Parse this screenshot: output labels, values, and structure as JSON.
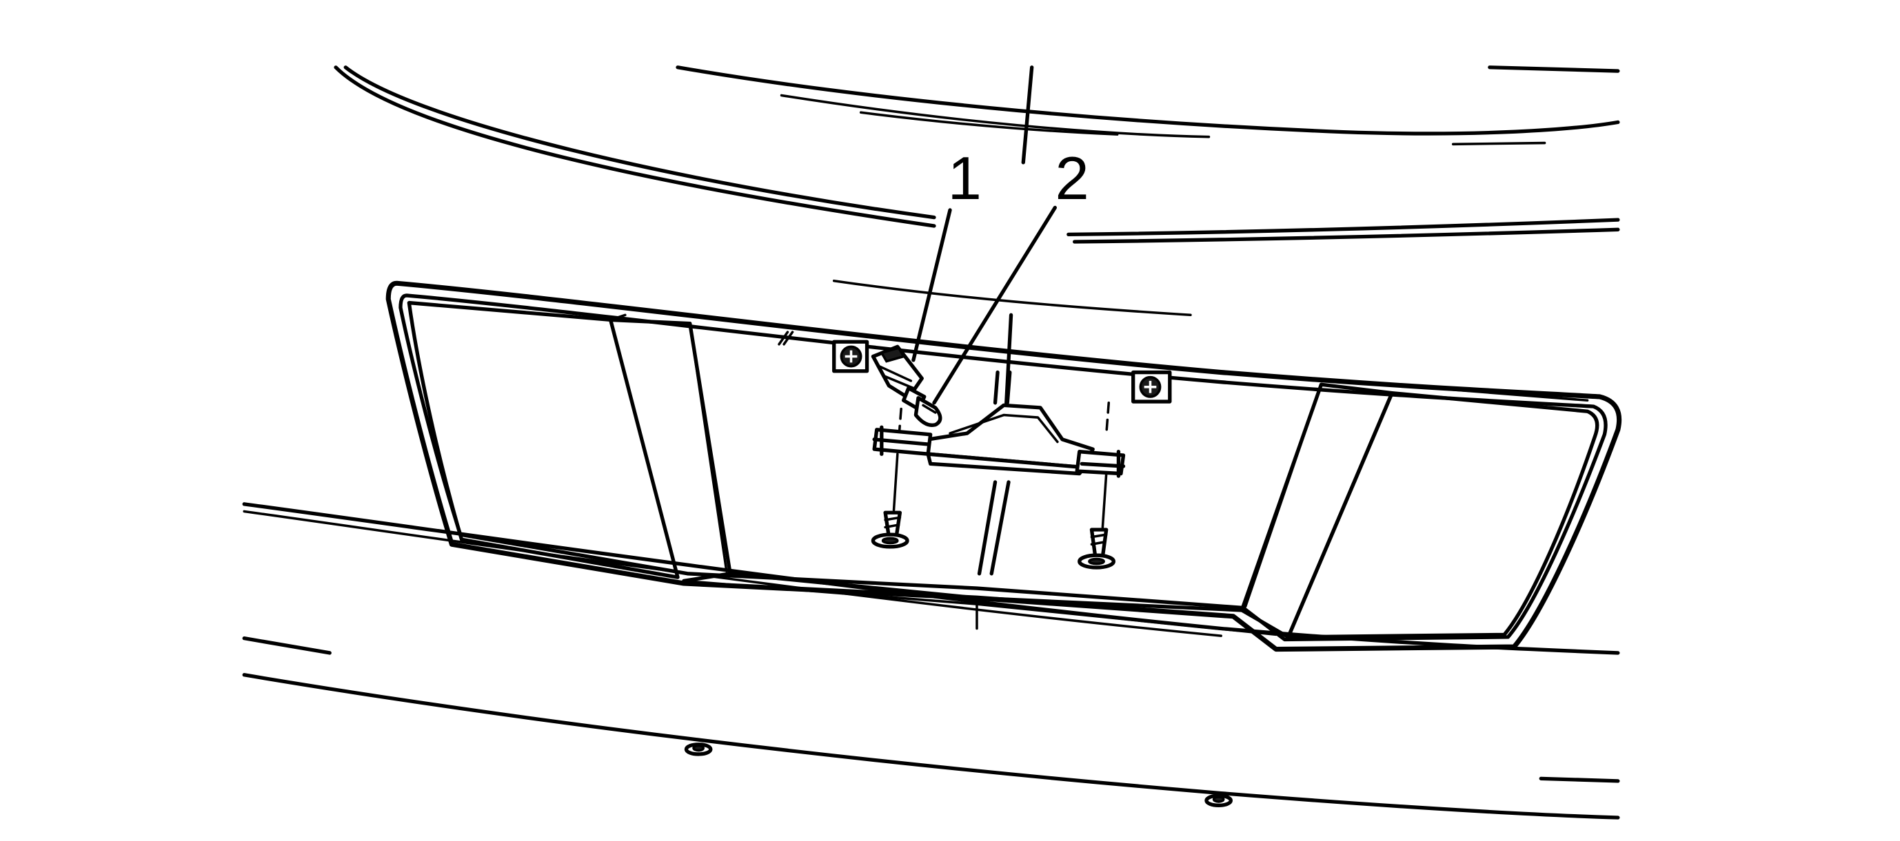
{
  "diagram": {
    "callouts": [
      {
        "id": "1",
        "label": "1",
        "part": "bulb-socket"
      },
      {
        "id": "2",
        "label": "2",
        "part": "license-lamp-bulb"
      }
    ],
    "colors": {
      "ink": "#000000",
      "background": "#ffffff"
    }
  }
}
